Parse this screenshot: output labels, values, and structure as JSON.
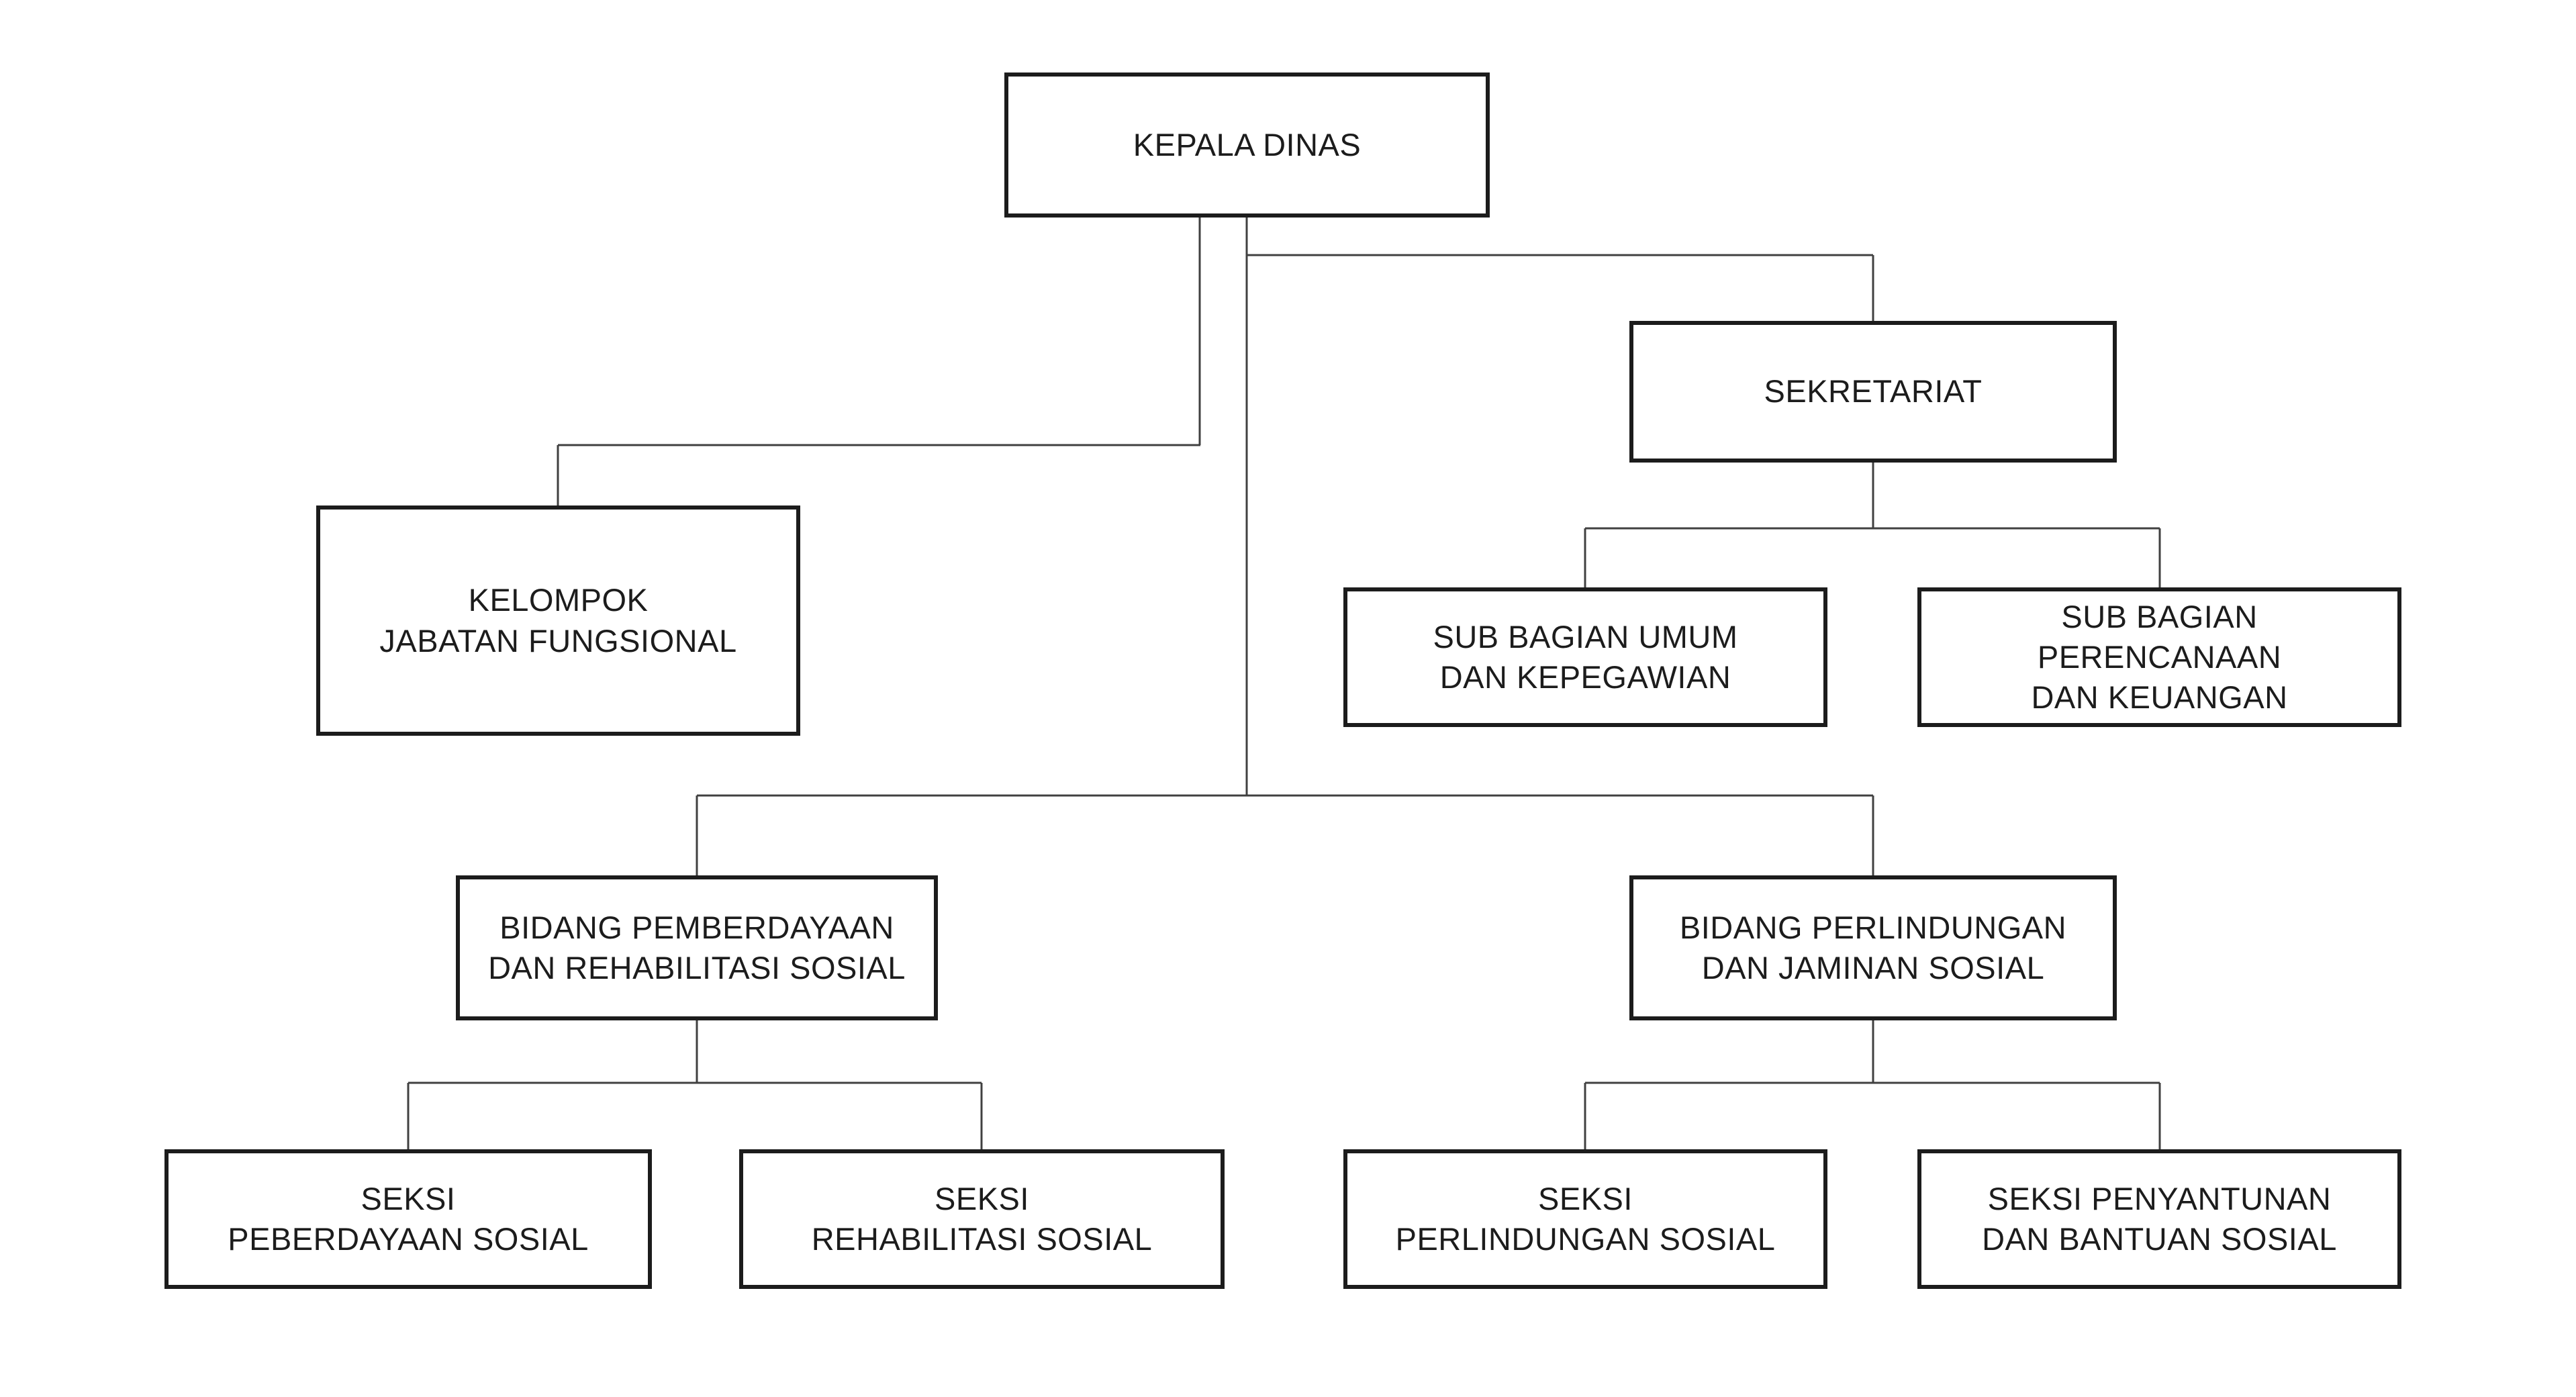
{
  "org_chart": {
    "colors": {
      "background": "#ffffff",
      "box_border": "#1c1c1c",
      "connector": "#404040",
      "text": "#1c1c1c"
    },
    "nodes": {
      "kepala_dinas": {
        "lines": [
          "KEPALA DINAS"
        ]
      },
      "sekretariat": {
        "lines": [
          "SEKRETARIAT"
        ]
      },
      "kelompok_jabatan_fungsional": {
        "lines": [
          "KELOMPOK",
          "JABATAN FUNGSIONAL"
        ]
      },
      "sub_bagian_umum": {
        "lines": [
          "SUB BAGIAN UMUM",
          "DAN KEPEGAWIAN"
        ]
      },
      "sub_bagian_perencanaan": {
        "lines": [
          "SUB BAGIAN",
          "PERENCANAAN",
          "DAN KEUANGAN"
        ]
      },
      "bidang_pemberdayaan": {
        "lines": [
          "BIDANG PEMBERDAYAAN",
          "DAN REHABILITASI SOSIAL"
        ]
      },
      "bidang_perlindungan": {
        "lines": [
          "BIDANG PERLINDUNGAN",
          "DAN JAMINAN SOSIAL"
        ]
      },
      "seksi_peberdayaan": {
        "lines": [
          "SEKSI",
          "PEBERDAYAAN SOSIAL"
        ]
      },
      "seksi_rehabilitasi": {
        "lines": [
          "SEKSI",
          "REHABILITASI SOSIAL"
        ]
      },
      "seksi_perlindungan": {
        "lines": [
          "SEKSI",
          "PERLINDUNGAN SOSIAL"
        ]
      },
      "seksi_penyantunan": {
        "lines": [
          "SEKSI PENYANTUNAN",
          "DAN BANTUAN SOSIAL"
        ]
      }
    },
    "hierarchy": {
      "kepala_dinas": [
        "kelompok_jabatan_fungsional",
        "sekretariat",
        "bidang_pemberdayaan",
        "bidang_perlindungan"
      ],
      "sekretariat": [
        "sub_bagian_umum",
        "sub_bagian_perencanaan"
      ],
      "bidang_pemberdayaan": [
        "seksi_peberdayaan",
        "seksi_rehabilitasi"
      ],
      "bidang_perlindungan": [
        "seksi_perlindungan",
        "seksi_penyantunan"
      ]
    }
  }
}
